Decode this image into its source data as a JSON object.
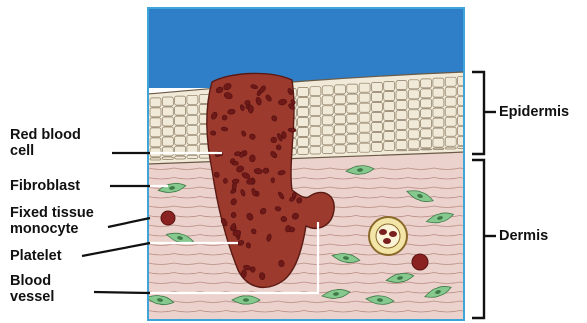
{
  "labels": {
    "red_blood_cell": "Red blood\ncell",
    "fibroblast": "Fibroblast",
    "fixed_tissue_monocyte": "Fixed tissue\nmonocyte",
    "platelet": "Platelet",
    "blood_vessel": "Blood\nvessel",
    "epidermis": "Epidermis",
    "dermis": "Dermis"
  },
  "colors": {
    "sky": "#2f7fc8",
    "epidermis": "#f1ead8",
    "dermis": "#ecd2cc",
    "clot": "#9c3a2e",
    "red_cell": "#7a1f1f",
    "fibroblast": "#86c98f",
    "vessel_wall": "#f3e4a8",
    "panel_border": "#3fa4d8",
    "leader": "#111111"
  }
}
